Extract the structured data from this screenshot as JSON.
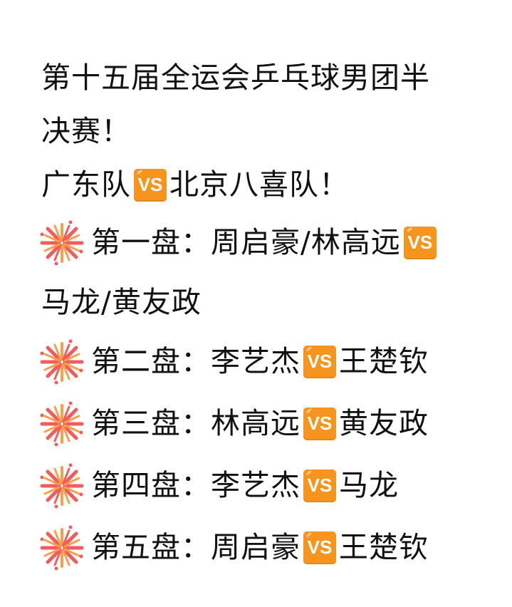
{
  "post": {
    "title_line1": "第十五届全运会乒乓球男团半",
    "title_line2": "决赛！",
    "matchup": {
      "team_a": "广东队",
      "vs_icon": "vs-button-emoji",
      "team_b": "北京八喜队！"
    },
    "games": [
      {
        "label": "第一盘：",
        "player_a": "周启豪/林高远",
        "player_b": "马龙/黄友政",
        "icon": "sparkler-emoji"
      },
      {
        "label": "第二盘：",
        "player_a": "李艺杰",
        "player_b": "王楚钦",
        "icon": "sparkler-emoji"
      },
      {
        "label": "第三盘：",
        "player_a": "林高远",
        "player_b": "黄友政",
        "icon": "sparkler-emoji"
      },
      {
        "label": "第四盘：",
        "player_a": "李艺杰",
        "player_b": "马龙",
        "icon": "sparkler-emoji"
      },
      {
        "label": "第五盘：",
        "player_a": "周启豪",
        "player_b": "王楚钦",
        "icon": "sparkler-emoji"
      }
    ],
    "vs_text": "VS",
    "colors": {
      "vs_badge": "#f7941d",
      "text": "#111111",
      "firework_red": "#f25c5c",
      "firework_orange": "#f7a04b"
    }
  }
}
